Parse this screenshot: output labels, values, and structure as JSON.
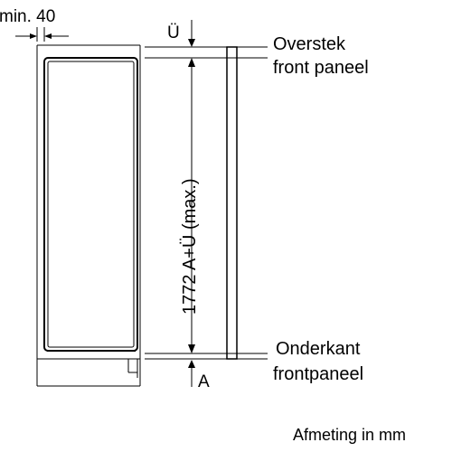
{
  "labels": {
    "min_gap": "min. 40",
    "top_marker": "Ü",
    "bottom_marker": "A",
    "height_dimension": "1772 A+Ü (max.)",
    "overhang_line1": "Overstek",
    "overhang_line2": "front paneel",
    "bottom_edge_line1": "Onderkant",
    "bottom_edge_line2": "frontpaneel",
    "unit_note": "Afmeting in mm"
  }
}
